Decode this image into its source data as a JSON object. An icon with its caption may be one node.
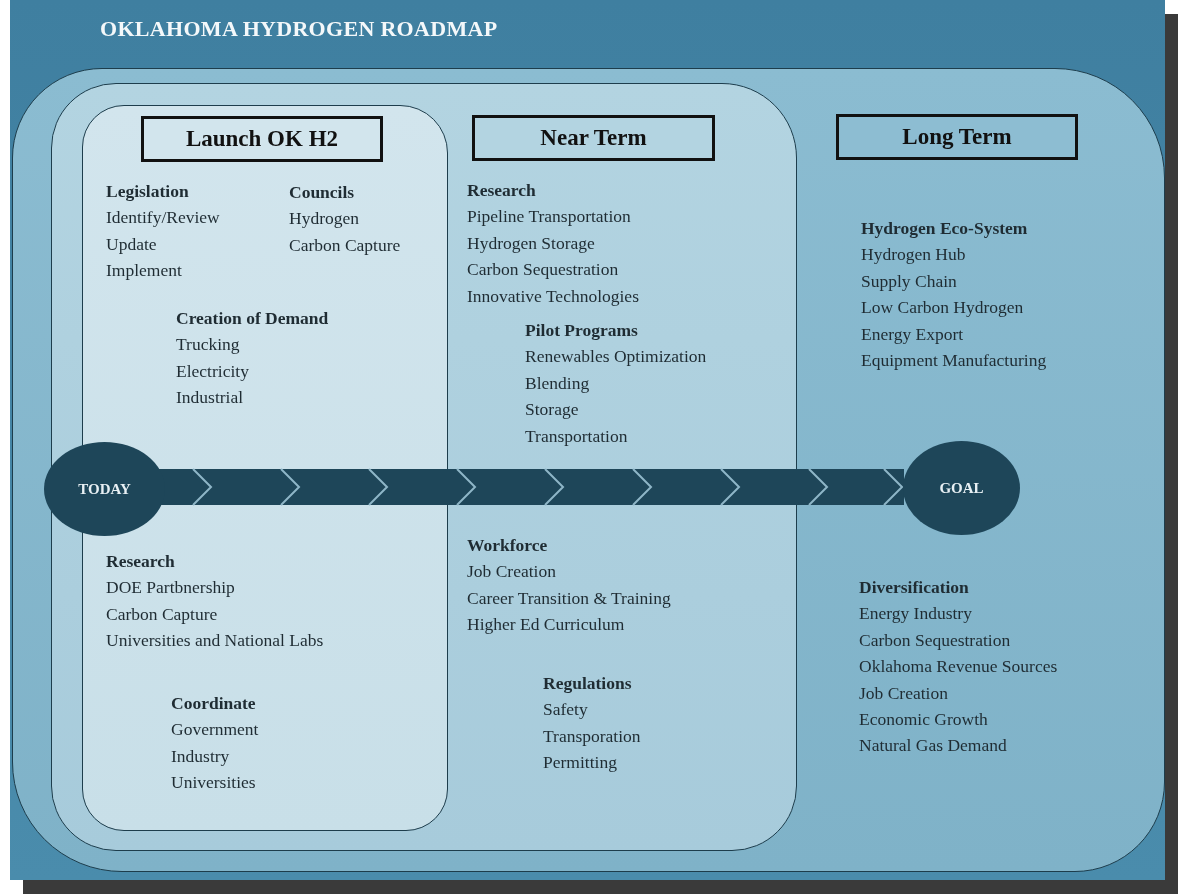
{
  "diagram": {
    "title": "OKLAHOMA HYDROGEN ROADMAP",
    "nodes": [
      {
        "text": [
          "Hydrogen Eco-System",
          "Hydrogen Hub",
          "Supply Chain",
          "Low Carbon Hydrogen",
          "Energy Export",
          "Equipment Manufacturing",
          "Diversification",
          "Energy Industry",
          "Carbon Sequestration",
          "Oklahoma Revenue Sources",
          "Job Creation",
          "Economic Growth",
          "Natural Gas Demand"
        ]
      },
      {
        "text": [
          "Long Term"
        ],
        "in": 0
      },
      {
        "text": [
          "Research",
          "Pipeline Transportation",
          "Hydrogen Storage",
          "Carbon Sequestration",
          "Innovative Technologies",
          "Pilot Programs",
          "Renewables Optimization",
          "Blending",
          "Storage",
          "Transportation",
          "Workforce",
          "Job Creation",
          "Career Transition & Training",
          "Higher Ed Curriculum",
          "Regulations",
          "Safety",
          "Transporation",
          "Permitting"
        ],
        "in": 0
      },
      {
        "text": [
          "Near Term"
        ],
        "in": 2
      },
      {
        "text": [
          "Legislation",
          "Identify/Review",
          "Update",
          "Implement",
          "Councils",
          "Hydrogen",
          "Carbon Capture",
          "Creation of Demand",
          "Trucking",
          "Electricity",
          "Industrial",
          "Research",
          "DOE Partbnership",
          "Carbon Capture",
          "Universities and National Labs",
          "Coordinate",
          "Government",
          "Industry",
          "Universities"
        ],
        "in": 2
      },
      {
        "text": [
          "Launch OK H2"
        ],
        "in": 4
      },
      {
        "text": [
          "TODAY"
        ],
        "in": 2
      },
      {
        "text": [
          "GOAL"
        ],
        "in": 0
      }
    ],
    "edges": [
      {
        "from": 6,
        "to": 7,
        "arrow": "to"
      }
    ]
  }
}
